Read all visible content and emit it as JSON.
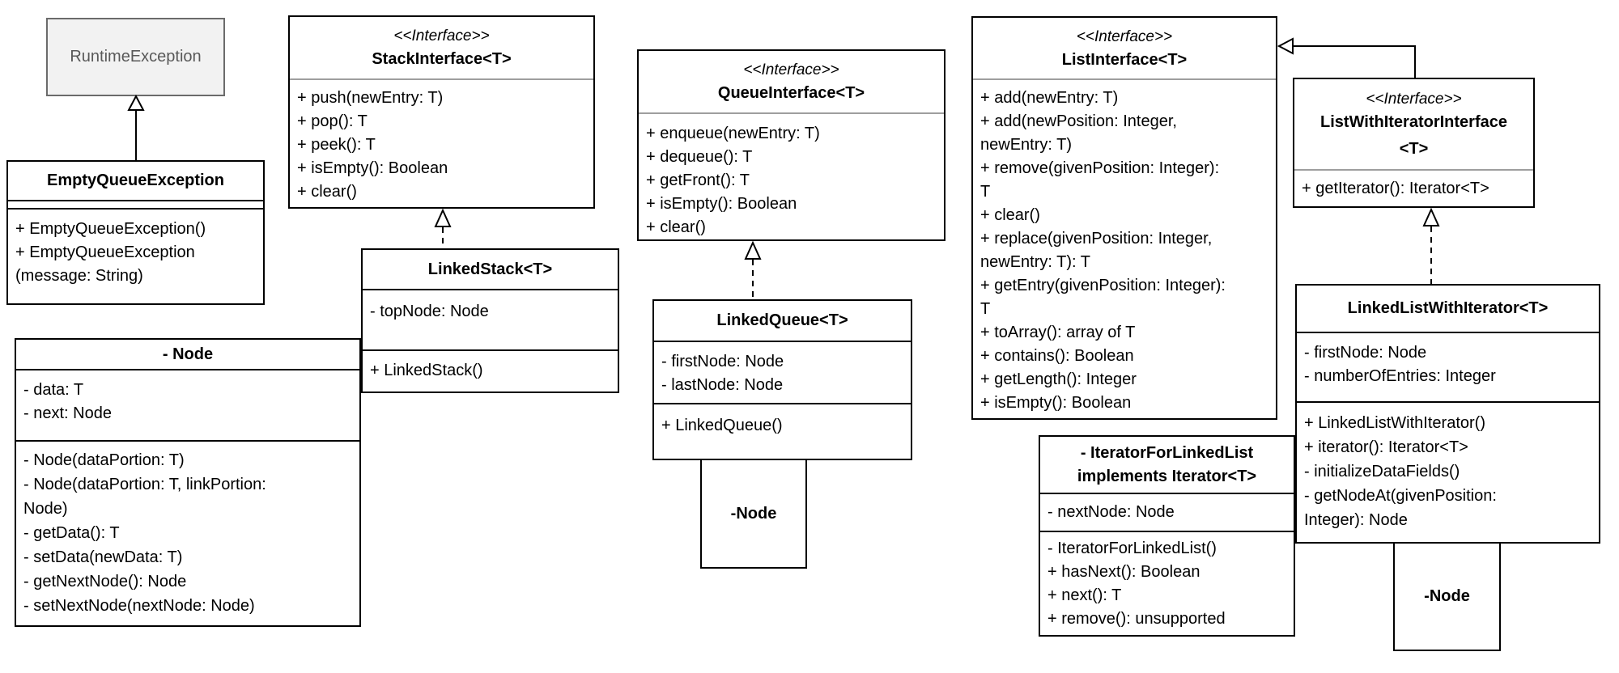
{
  "colors": {
    "interface_separator": "#9e9e9e",
    "muted_box_bg": "#f2f2f2",
    "muted_box_border": "#6b6b6b",
    "muted_text": "#595959",
    "box_border": "#000000"
  },
  "classes": {
    "runtime_exception": {
      "title": "RuntimeException"
    },
    "empty_queue_exception": {
      "title": "EmptyQueueException",
      "methods": [
        "+ EmptyQueueException()",
        "+ EmptyQueueException",
        "(message: String)"
      ]
    },
    "stack_interface": {
      "stereotype": "<<Interface>>",
      "title": "StackInterface<T>",
      "methods": [
        "+ push(newEntry: T)",
        "+ pop(): T",
        "+ peek(): T",
        "+ isEmpty(): Boolean",
        "+ clear()"
      ]
    },
    "linked_stack": {
      "title": "LinkedStack<T>",
      "attributes": [
        "- topNode: Node"
      ],
      "methods": [
        "+ LinkedStack()"
      ]
    },
    "node_stack": {
      "title": "- Node",
      "attributes": [
        "- data: T",
        "- next: Node"
      ],
      "methods": [
        "- Node(dataPortion: T)",
        "- Node(dataPortion: T, linkPortion:",
        "Node)",
        "- getData(): T",
        "- setData(newData: T)",
        "- getNextNode(): Node",
        "- setNextNode(nextNode: Node)"
      ]
    },
    "queue_interface": {
      "stereotype": "<<Interface>>",
      "title": "QueueInterface<T>",
      "methods": [
        "+ enqueue(newEntry: T)",
        "+ dequeue(): T",
        "+ getFront(): T",
        "+ isEmpty(): Boolean",
        "+ clear()"
      ]
    },
    "linked_queue": {
      "title": "LinkedQueue<T>",
      "attributes": [
        "- firstNode: Node",
        "- lastNode: Node"
      ],
      "methods": [
        "+ LinkedQueue()"
      ]
    },
    "node_queue": {
      "title": "-Node"
    },
    "list_interface": {
      "stereotype": "<<Interface>>",
      "title": "ListInterface<T>",
      "methods": [
        "+ add(newEntry: T)",
        "+ add(newPosition: Integer,",
        "newEntry: T)",
        "+ remove(givenPosition: Integer):",
        "T",
        "+ clear()",
        "+ replace(givenPosition: Integer,",
        "newEntry: T): T",
        "+ getEntry(givenPosition: Integer):",
        "T",
        "+ toArray(): array of T",
        "+ contains(): Boolean",
        "+ getLength(): Integer",
        "+ isEmpty(): Boolean"
      ]
    },
    "list_with_iterator_interface": {
      "stereotype": "<<Interface>>",
      "title_line1": "ListWithIteratorInterface",
      "title_line2": "<T>",
      "methods": [
        "+ getIterator(): Iterator<T>"
      ]
    },
    "linked_list_with_iterator": {
      "title": "LinkedListWithIterator<T>",
      "attributes": [
        "- firstNode: Node",
        "- numberOfEntries: Integer"
      ],
      "methods": [
        "+ LinkedListWithIterator()",
        "+ iterator(): Iterator<T>",
        "- initializeDataFields()",
        "- getNodeAt(givenPosition:",
        "Integer): Node"
      ]
    },
    "iterator_for_linked_list": {
      "title_line1": "- IteratorForLinkedList",
      "title_line2": "implements Iterator<T>",
      "attributes": [
        "- nextNode: Node"
      ],
      "methods": [
        "- IteratorForLinkedList()",
        "+ hasNext(): Boolean",
        "+ next(): T",
        "+ remove(): unsupported"
      ]
    },
    "node_iterator": {
      "title": "-Node"
    }
  },
  "relationships": [
    {
      "from": "EmptyQueueException",
      "to": "RuntimeException",
      "type": "generalization",
      "line": "solid",
      "arrowhead": "hollow-triangle"
    },
    {
      "from": "LinkedStack<T>",
      "to": "StackInterface<T>",
      "type": "realization",
      "line": "dashed",
      "arrowhead": "hollow-triangle"
    },
    {
      "from": "LinkedQueue<T>",
      "to": "QueueInterface<T>",
      "type": "realization",
      "line": "dashed",
      "arrowhead": "hollow-triangle"
    },
    {
      "from": "ListWithIteratorInterface<T>",
      "to": "ListInterface<T>",
      "type": "generalization",
      "line": "solid",
      "arrowhead": "hollow-triangle"
    },
    {
      "from": "LinkedListWithIterator<T>",
      "to": "ListWithIteratorInterface<T>",
      "type": "realization",
      "line": "dashed",
      "arrowhead": "hollow-triangle"
    }
  ]
}
